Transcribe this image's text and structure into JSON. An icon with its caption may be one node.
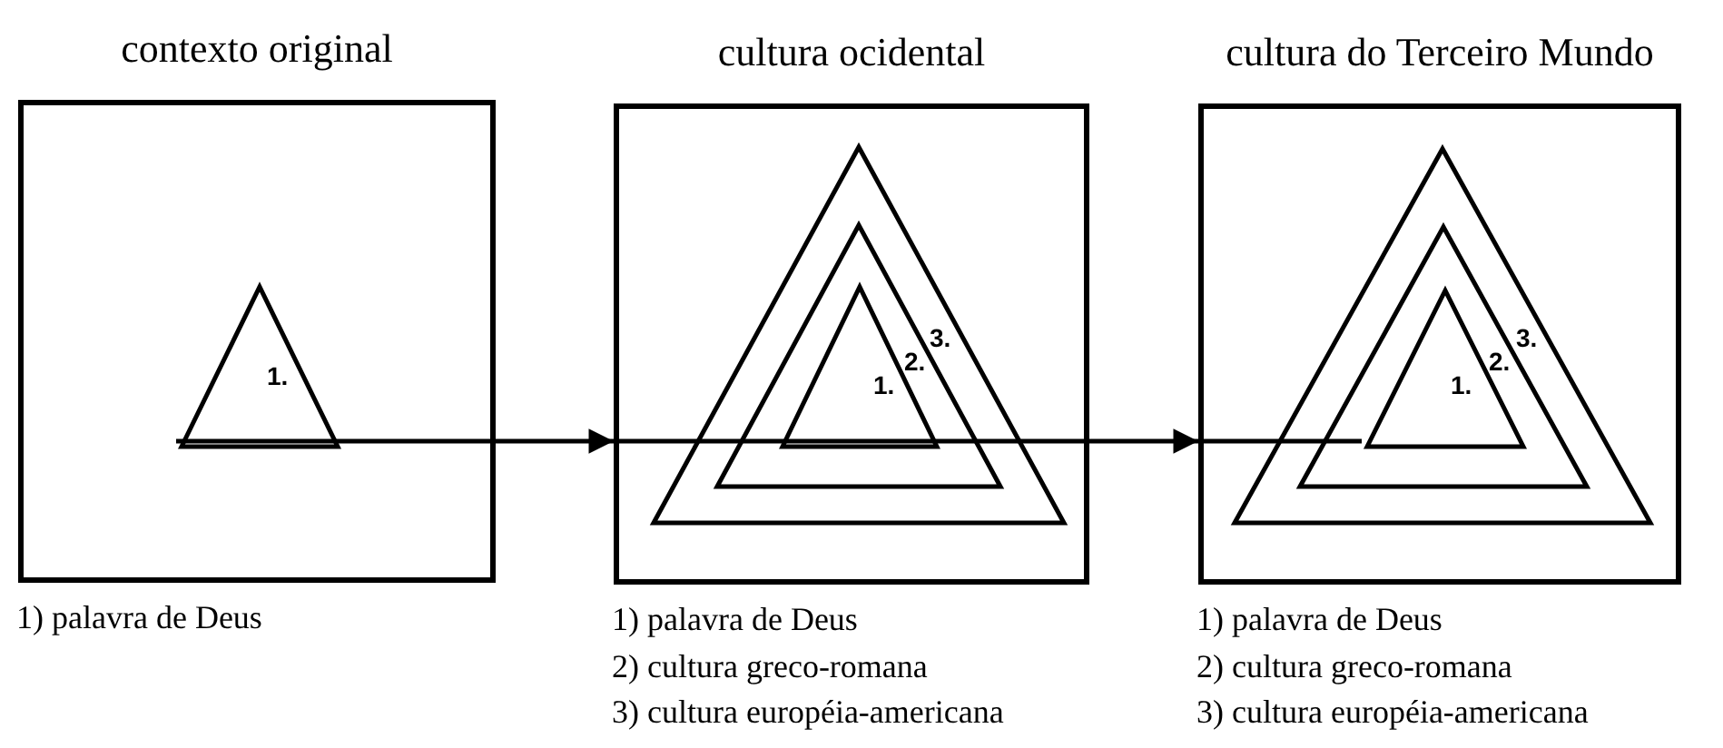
{
  "diagram": {
    "nodes": [
      {
        "text": [
          "contexto original"
        ],
        "beside": [
          "1) palavra de Deus"
        ]
      },
      {
        "text": [
          "1."
        ],
        "in": 0
      },
      {
        "text": [
          "cultura ocidental"
        ],
        "beside": [
          "1) palavra de Deus",
          "2) cultura greco-romana",
          "3) cultura européia-americana"
        ]
      },
      {
        "text": [
          "3."
        ],
        "in": 2
      },
      {
        "text": [
          "2."
        ],
        "in": 3
      },
      {
        "text": [
          "1."
        ],
        "in": 4
      },
      {
        "text": [
          "cultura do Terceiro Mundo"
        ],
        "beside": [
          "1) palavra de Deus",
          "2) cultura greco-romana",
          "3) cultura européia-americana"
        ]
      },
      {
        "text": [
          "3."
        ],
        "in": 6
      },
      {
        "text": [
          "2."
        ],
        "in": 7
      },
      {
        "text": [
          "1."
        ],
        "in": 8
      }
    ],
    "edges": [
      {
        "from": 1,
        "to": 2,
        "arrow": "to"
      },
      {
        "from": 2,
        "to": 6,
        "arrow": "to"
      },
      {
        "from": 6,
        "to": 9,
        "arrow": "none"
      }
    ]
  }
}
